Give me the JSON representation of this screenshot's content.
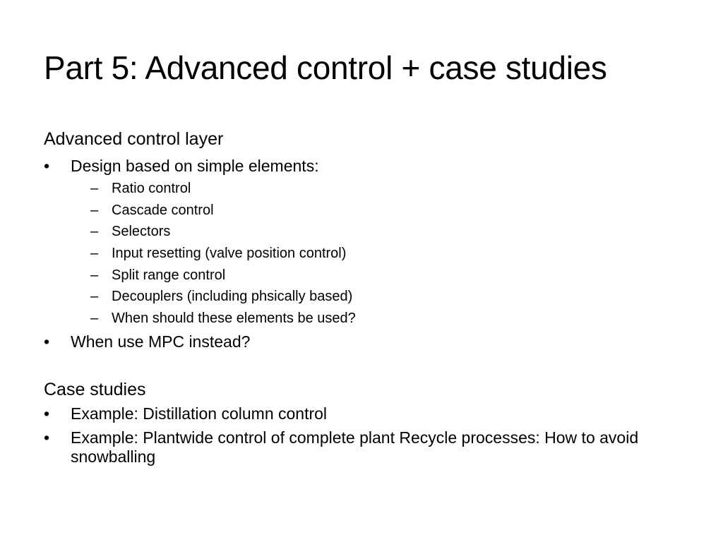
{
  "slide": {
    "title": "Part 5: Advanced control + case studies",
    "bullet_mark": "•",
    "dash_mark": "–",
    "section1": {
      "heading": "Advanced control layer",
      "bullet1": "Design based on simple elements:",
      "subitems": [
        "Ratio control",
        "Cascade control",
        "Selectors",
        "Input resetting (valve position control)",
        "Split range control",
        "Decouplers (including phsically based)",
        "When should these elements be used?"
      ],
      "bullet2": "When use MPC instead?"
    },
    "section2": {
      "heading": "Case studies",
      "bullets": [
        "Example: Distillation column control",
        "Example: Plantwide control of complete plant Recycle processes: How to avoid snowballing"
      ]
    }
  }
}
